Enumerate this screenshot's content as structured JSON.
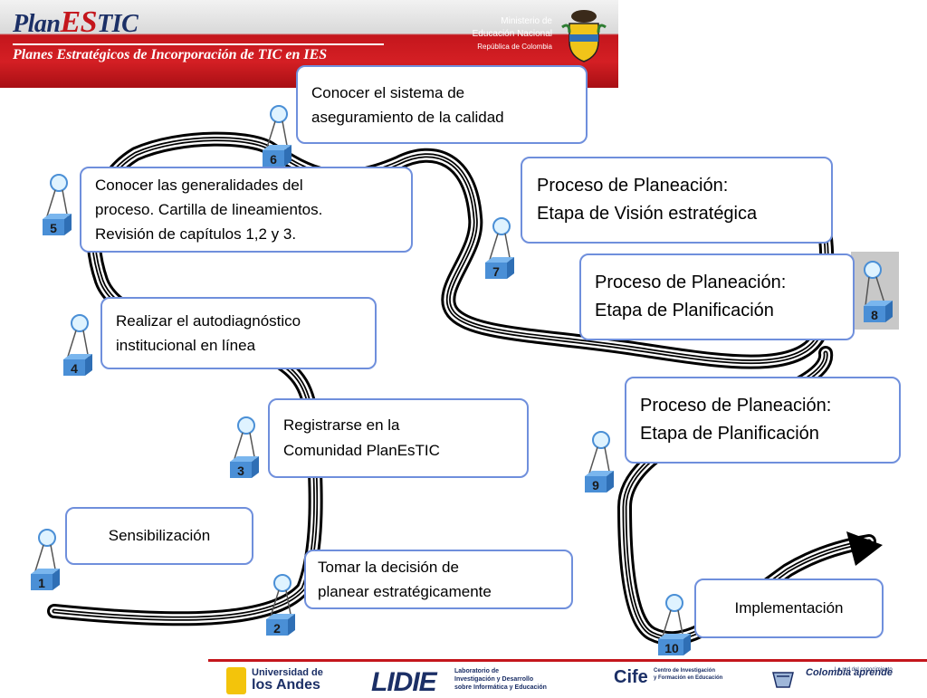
{
  "header": {
    "logo_plan": "Plan",
    "logo_es": "ES",
    "logo_tic": "TIC",
    "subtitle": "Planes Estratégicos de Incorporación de TIC en IES",
    "ministry_line1": "Ministerio de",
    "ministry_line2": "Educación Nacional",
    "ministry_line3": "República de Colombia"
  },
  "steps": [
    {
      "number": "1",
      "label": "Sensibilización"
    },
    {
      "number": "2",
      "label": "Tomar  la decisión de\nplanear estratégicamente"
    },
    {
      "number": "3",
      "label": "Registrarse en la\nComunidad PlanEsTIC"
    },
    {
      "number": "4",
      "label": "Realizar el autodiagnóstico\ninstitucional en línea"
    },
    {
      "number": "5",
      "label": "Conocer las generalidades del\nproceso. Cartilla de lineamientos.\nRevisión de capítulos 1,2 y 3."
    },
    {
      "number": "6",
      "label": "Conocer el sistema de\naseguramiento de la calidad"
    },
    {
      "number": "7",
      "label": "Proceso de Planeación:\nEtapa de Visión estratégica"
    },
    {
      "number": "8",
      "label": "Proceso de Planeación:\nEtapa de Planificación"
    },
    {
      "number": "9",
      "label": "Proceso de Planeación:\nEtapa de Planificación"
    },
    {
      "number": "10",
      "label": "Implementación"
    }
  ],
  "footer": {
    "uandes_line1": "Universidad de",
    "uandes_line2": "los Andes",
    "lidie": "LIDIE",
    "lidie_sub1": "Laboratorio de",
    "lidie_sub2": "Investigación y Desarrollo",
    "lidie_sub3": "sobre Informática y Educación",
    "cife": "Cife",
    "cife_sub1": "Centro de Investigación",
    "cife_sub2": "y Formación en Educación",
    "colombia": "Colombia aprende",
    "colombia_sub": "La red del conocimiento"
  },
  "colors": {
    "banner_red": "#c4161c",
    "box_border": "#6f8fdc",
    "cube_blue": "#4a8fd6",
    "road": "#000000"
  }
}
